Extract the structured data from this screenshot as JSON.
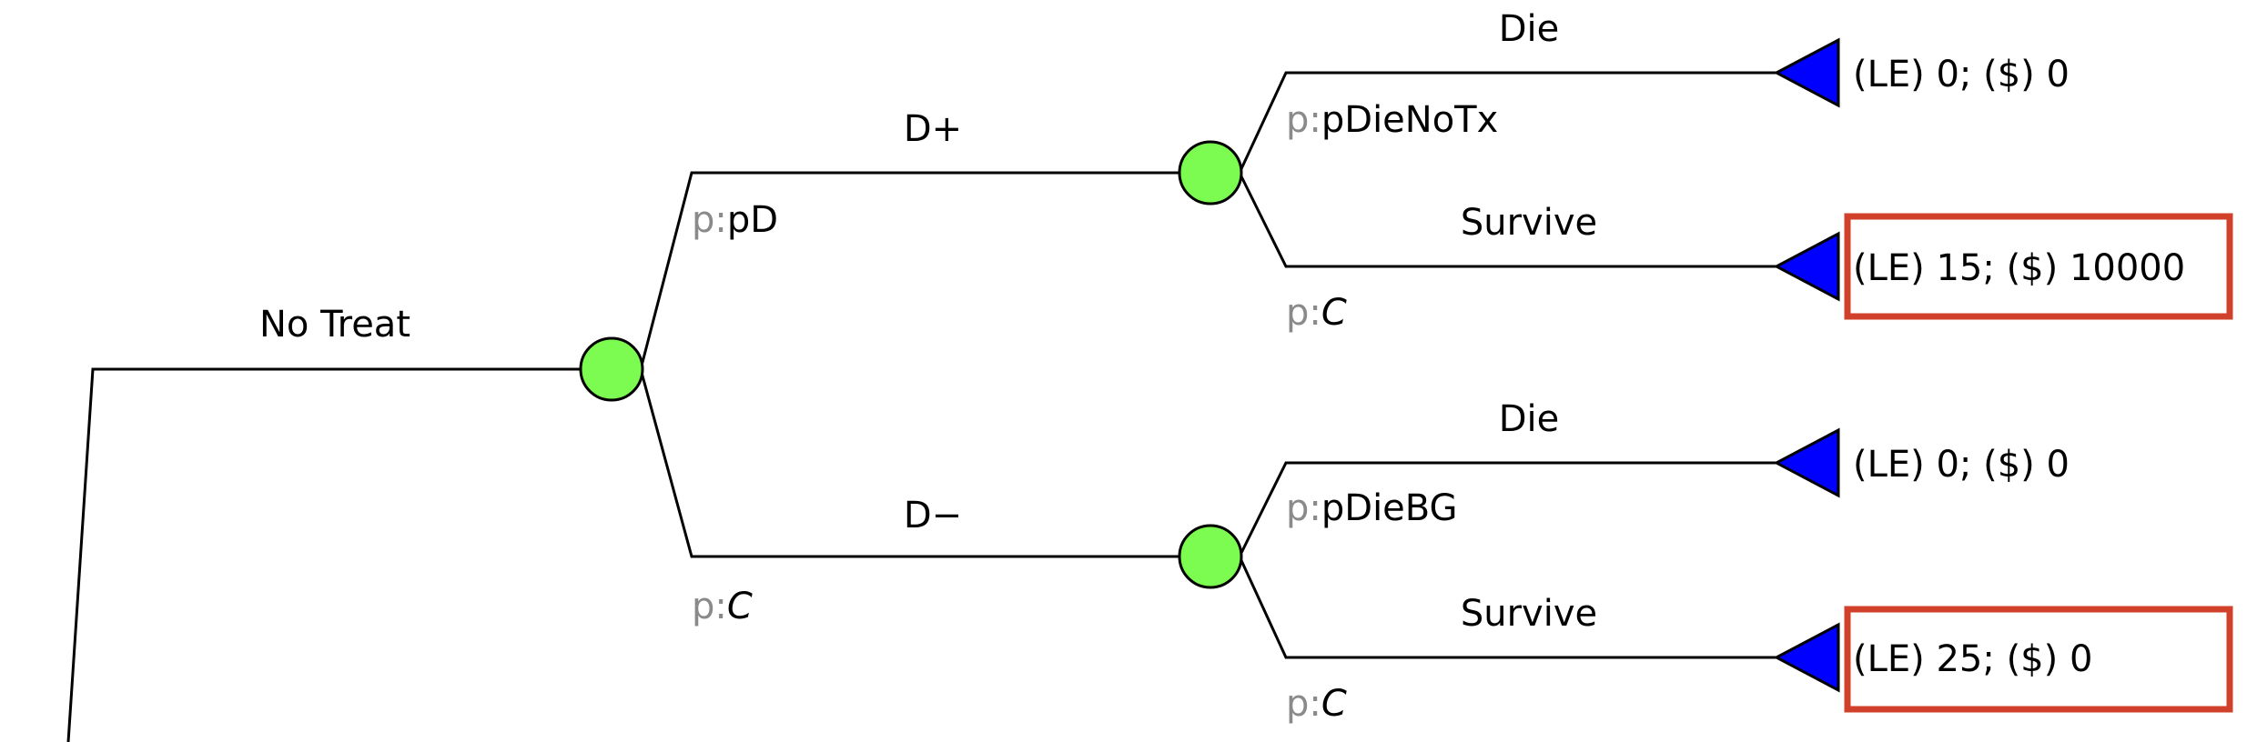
{
  "tree": {
    "root_branch": {
      "label": "No Treat"
    },
    "branches": {
      "d_plus": {
        "label": "D+",
        "prob_prefix": "p:",
        "prob": "pD"
      },
      "d_minus": {
        "label": "D−",
        "prob_prefix": "p:",
        "prob": "C"
      },
      "d_plus_die": {
        "label": "Die",
        "prob_prefix": "p:",
        "prob": "pDieNoTx"
      },
      "d_plus_survive": {
        "label": "Survive",
        "prob_prefix": "p:",
        "prob": "C"
      },
      "d_minus_die": {
        "label": "Die",
        "prob_prefix": "p:",
        "prob": "pDieBG"
      },
      "d_minus_survive": {
        "label": "Survive",
        "prob_prefix": "p:",
        "prob": "C"
      }
    },
    "payoffs": {
      "d_plus_die": "(LE) 0; ($) 0",
      "d_plus_survive": "(LE) 15; ($) 10000",
      "d_minus_die": "(LE) 0; ($) 0",
      "d_minus_survive": "(LE) 25; ($) 0"
    },
    "colors": {
      "chance_node": "#7CFC50",
      "terminal_node": "#0000FF",
      "highlight_box": "#D0402A",
      "line": "#000000",
      "prob_prefix": "#8a8a8a"
    }
  }
}
